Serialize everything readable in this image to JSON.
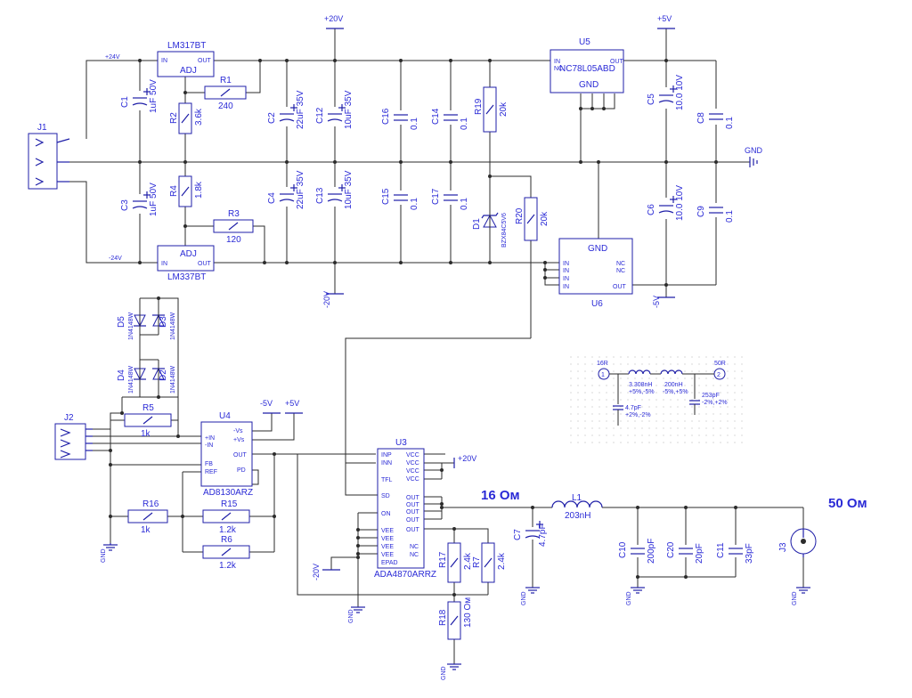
{
  "nets": {
    "p24": "+24V",
    "m24": "-24V",
    "p20": "+20V",
    "m20": "-20V",
    "p5": "+5V",
    "m5": "-5V",
    "gnd": "GND",
    "m5b": "-5V",
    "p5b": "+5V",
    "p20b": "+20V",
    "m20b": "-20V"
  },
  "labels": {
    "ohm16": "16 Ом",
    "ohm50": "50 Ом"
  },
  "ic": {
    "lm317": {
      "ref": "LM317BT",
      "adj": "ADJ",
      "in": "IN",
      "out": "OUT"
    },
    "lm337": {
      "ref": "LM337BT",
      "adj": "ADJ",
      "in": "IN",
      "out": "OUT"
    },
    "u5": {
      "ref": "U5",
      "part": "NC78L05ABD",
      "in": "IN",
      "nc": "NC",
      "out": "OUT",
      "gnd": "GND"
    },
    "u6": {
      "ref": "U6",
      "gnd": "GND",
      "in": "IN",
      "nc": "NC",
      "out": "OUT"
    },
    "u4": {
      "ref": "U4",
      "part": "AD8130ARZ",
      "pins": [
        "+IN",
        "-IN",
        "FB",
        "REF",
        "-Vs",
        "+Vs",
        "OUT",
        "PD"
      ]
    },
    "u3": {
      "ref": "U3",
      "part": "ADA4870ARRZ",
      "left": [
        "INP",
        "INN",
        "TFL",
        "SD",
        "ON",
        "VEE",
        "VEE",
        "VEE",
        "VEE",
        "EPAD"
      ],
      "right": [
        "VCC",
        "VCC",
        "VCC",
        "VCC",
        "OUT",
        "OUT",
        "OUT",
        "OUT",
        "OUT",
        "NC",
        "NC"
      ]
    }
  },
  "parts": [
    {
      "ref": "C1",
      "val": "1uF 50V"
    },
    {
      "ref": "C3",
      "val": "1uF 50V"
    },
    {
      "ref": "R1",
      "val": "240"
    },
    {
      "ref": "R2",
      "val": "3.6k"
    },
    {
      "ref": "R3",
      "val": "120"
    },
    {
      "ref": "R4",
      "val": "1.8k"
    },
    {
      "ref": "C2",
      "val": "22uF 35V"
    },
    {
      "ref": "C12",
      "val": "10uF 35V"
    },
    {
      "ref": "C4",
      "val": "22uF 35V"
    },
    {
      "ref": "C13",
      "val": "10uF 35V"
    },
    {
      "ref": "C16",
      "val": "0.1"
    },
    {
      "ref": "C14",
      "val": "0.1"
    },
    {
      "ref": "C15",
      "val": "0.1"
    },
    {
      "ref": "C17",
      "val": "0.1"
    },
    {
      "ref": "R19",
      "val": "20k"
    },
    {
      "ref": "D1",
      "val": "BZX84C5V6"
    },
    {
      "ref": "R20",
      "val": "20k"
    },
    {
      "ref": "C5",
      "val": "10.0 10V"
    },
    {
      "ref": "C8",
      "val": "0.1"
    },
    {
      "ref": "C6",
      "val": "10.0 10V"
    },
    {
      "ref": "C9",
      "val": "0.1"
    },
    {
      "ref": "D5",
      "val": "1N4148W"
    },
    {
      "ref": "D3",
      "val": "1N4148W"
    },
    {
      "ref": "D4",
      "val": "1N4148W"
    },
    {
      "ref": "D2",
      "val": "1N4148W"
    },
    {
      "ref": "R5",
      "val": "1k"
    },
    {
      "ref": "R16",
      "val": "1k"
    },
    {
      "ref": "R15",
      "val": "1.2k"
    },
    {
      "ref": "R6",
      "val": "1.2k"
    },
    {
      "ref": "R17",
      "val": "2.4k"
    },
    {
      "ref": "R7",
      "val": "2.4k"
    },
    {
      "ref": "R18",
      "val": "130 Ом"
    },
    {
      "ref": "C7",
      "val": "4.7pF"
    },
    {
      "ref": "L1",
      "val": "203nH"
    },
    {
      "ref": "C10",
      "val": "200pF"
    },
    {
      "ref": "C20",
      "val": "20pF"
    },
    {
      "ref": "C11",
      "val": "33pF"
    }
  ],
  "connectors": {
    "j1": "J1",
    "j2": "J2",
    "j3": "J3"
  },
  "inset": {
    "port1": "16R",
    "port2": "50R",
    "n1": "1",
    "n2": "2",
    "l1": "3.308nH",
    "l1t": "+5%,-5%",
    "l2": "200nH",
    "l2t": "-5%,+5%",
    "c1": "4.7pF",
    "c1t": "+2%,-2%",
    "c2": "253pF",
    "c2t": "-2%,+2%"
  }
}
